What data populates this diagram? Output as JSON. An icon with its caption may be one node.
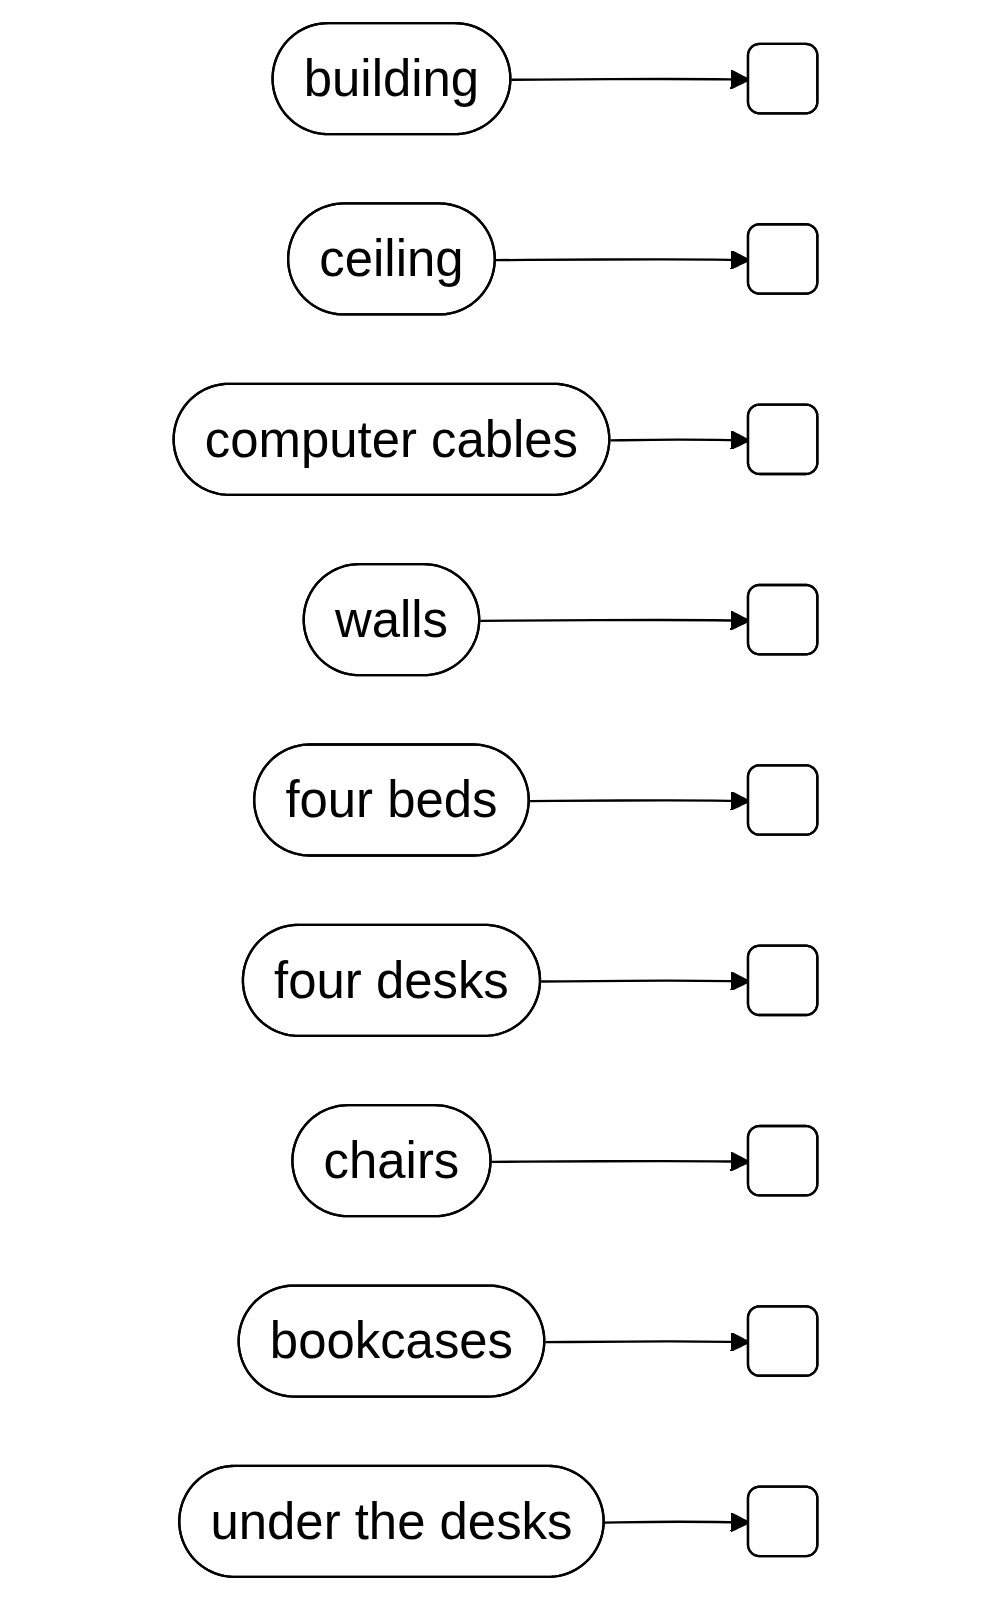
{
  "diagram": {
    "nodes": [
      {
        "text": [
          "building"
        ]
      },
      {
        "text": [],
        "shape": "box"
      },
      {
        "text": [
          "ceiling"
        ]
      },
      {
        "text": [],
        "shape": "box"
      },
      {
        "text": [
          "computer cables"
        ]
      },
      {
        "text": [],
        "shape": "box"
      },
      {
        "text": [
          "walls"
        ]
      },
      {
        "text": [],
        "shape": "box"
      },
      {
        "text": [
          "four beds"
        ]
      },
      {
        "text": [],
        "shape": "box"
      },
      {
        "text": [
          "four desks"
        ]
      },
      {
        "text": [],
        "shape": "box"
      },
      {
        "text": [
          "chairs"
        ]
      },
      {
        "text": [],
        "shape": "box"
      },
      {
        "text": [
          "bookcases"
        ]
      },
      {
        "text": [],
        "shape": "box"
      },
      {
        "text": [
          "under the desks"
        ]
      },
      {
        "text": [],
        "shape": "box"
      }
    ],
    "edges": [
      {
        "from": 0,
        "to": 1,
        "arrow": "to"
      },
      {
        "from": 2,
        "to": 3,
        "arrow": "to"
      },
      {
        "from": 4,
        "to": 5,
        "arrow": "to"
      },
      {
        "from": 6,
        "to": 7,
        "arrow": "to"
      },
      {
        "from": 8,
        "to": 9,
        "arrow": "to"
      },
      {
        "from": 10,
        "to": 11,
        "arrow": "to"
      },
      {
        "from": 12,
        "to": 13,
        "arrow": "to"
      },
      {
        "from": 14,
        "to": 15,
        "arrow": "to"
      },
      {
        "from": 16,
        "to": 17,
        "arrow": "to"
      }
    ]
  }
}
